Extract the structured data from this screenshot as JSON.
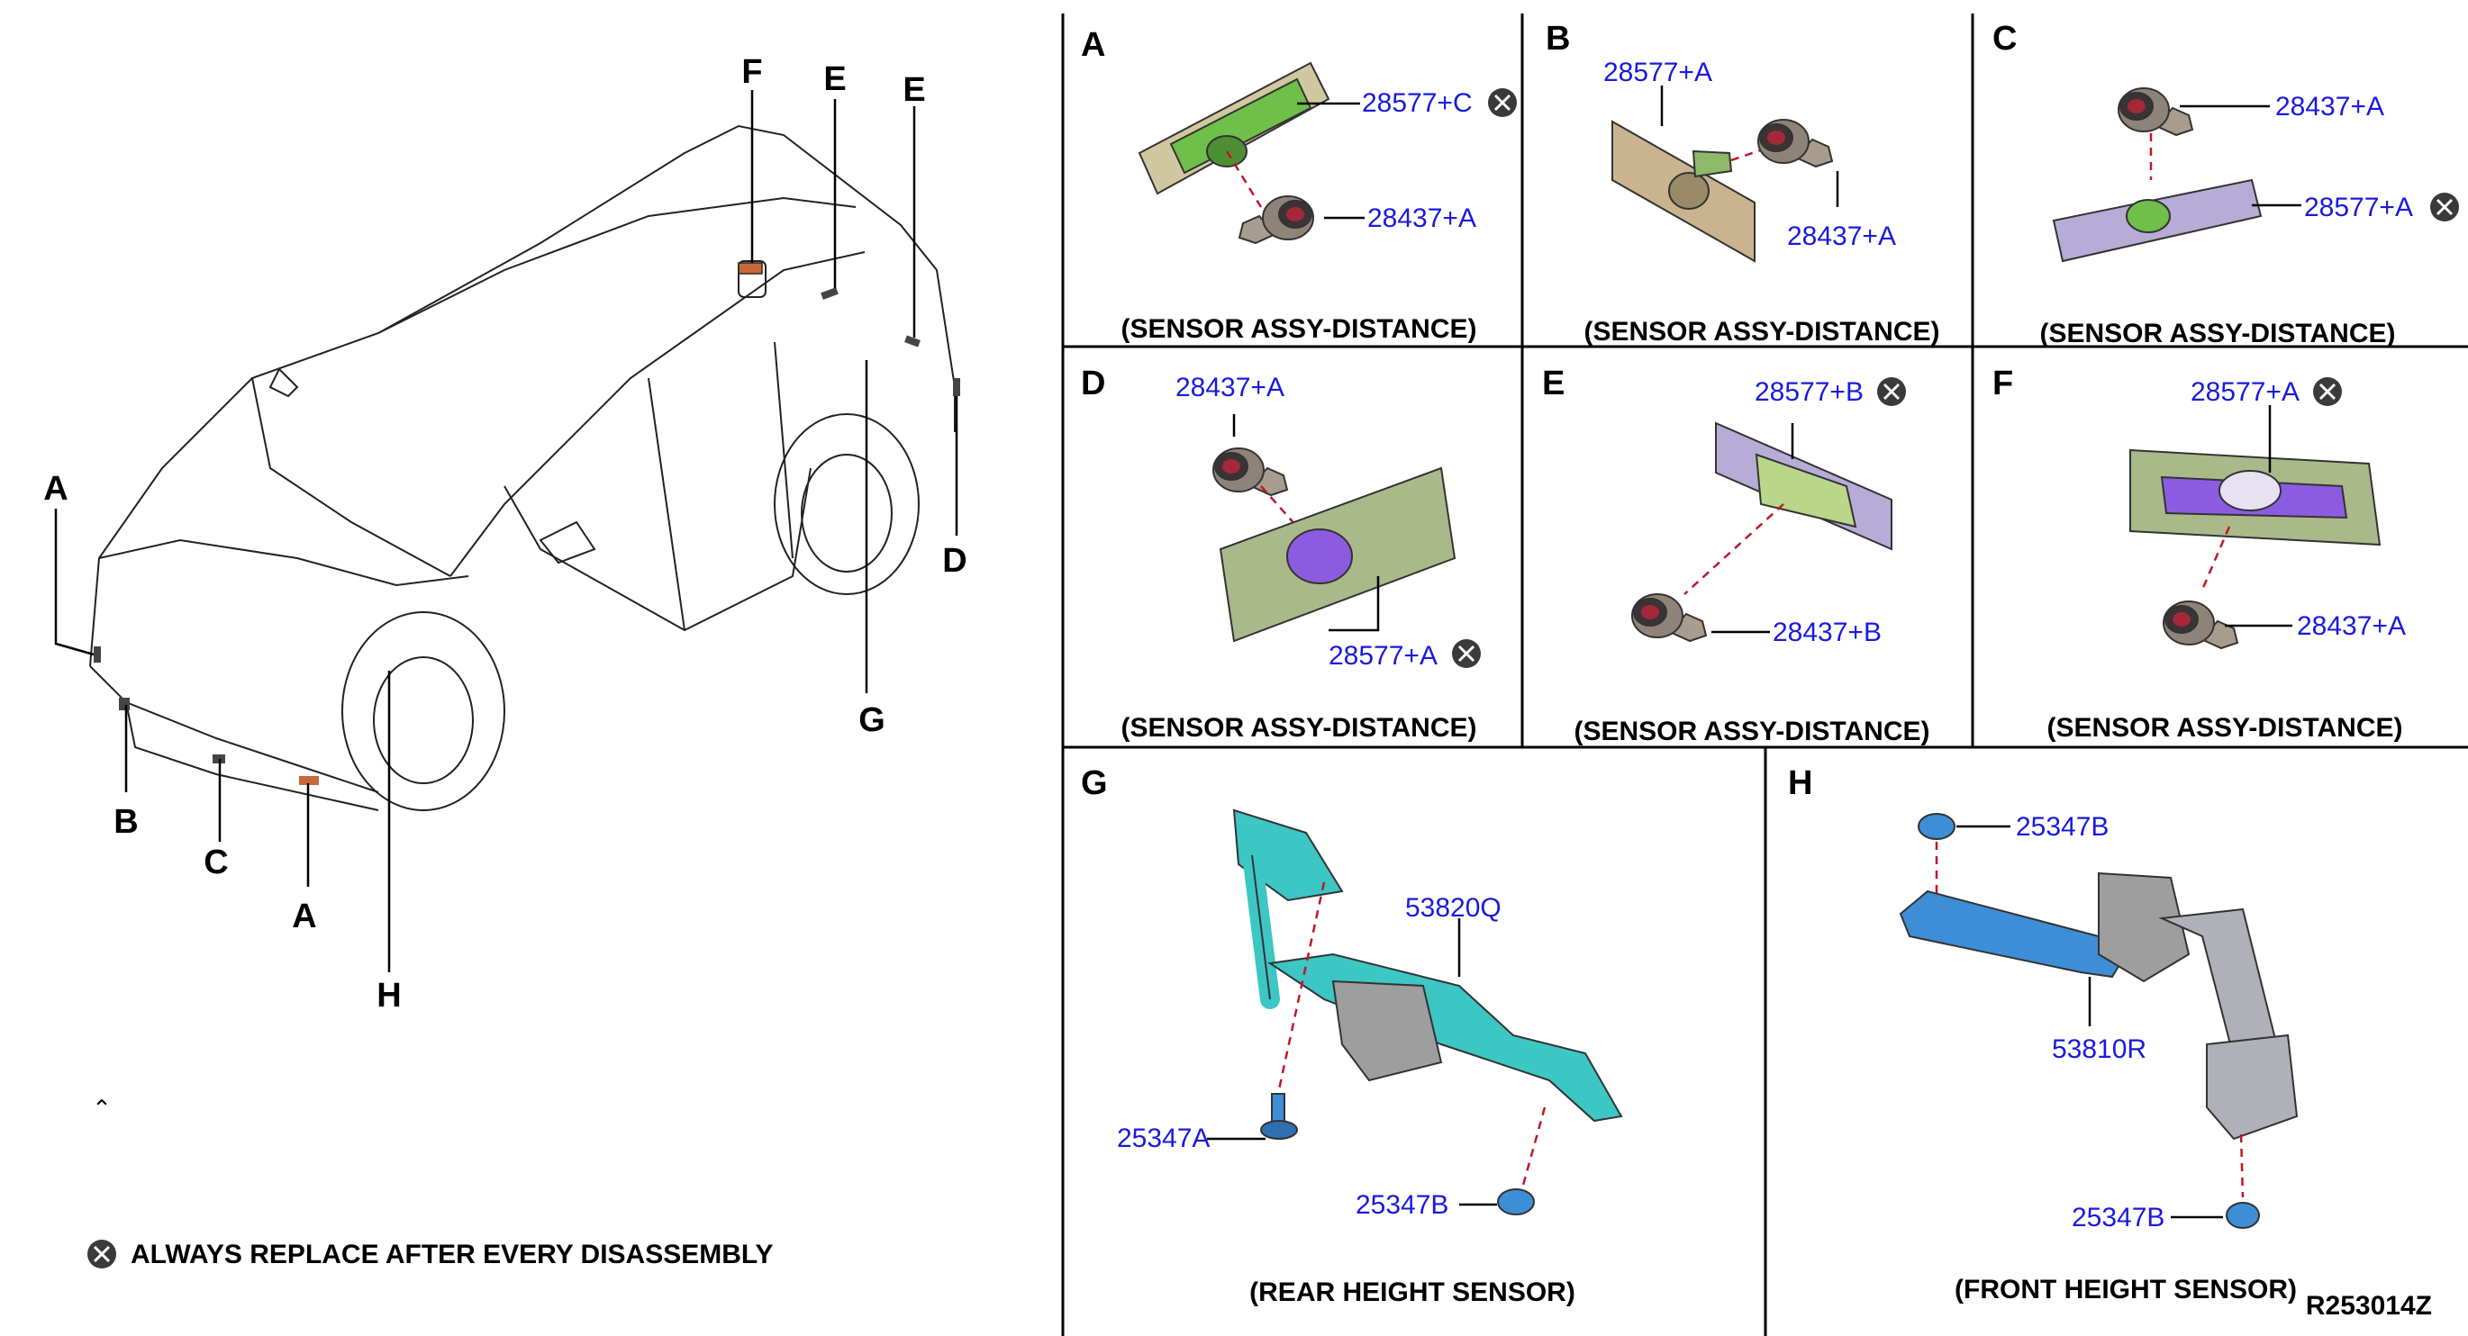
{
  "overview": {
    "callouts": {
      "front_left_a": "A",
      "front_b": "B",
      "front_c": "C",
      "front_right_a": "A",
      "roof_f": "F",
      "rear_e1": "E",
      "rear_e2": "E",
      "rear_d": "D",
      "g": "G",
      "h": "H"
    },
    "legend_text": "ALWAYS REPLACE AFTER EVERY DISASSEMBLY"
  },
  "panels": {
    "A": {
      "letter": "A",
      "bracket": "28577+C",
      "sensor": "28437+A",
      "caption": "(SENSOR ASSY-DISTANCE)"
    },
    "B": {
      "letter": "B",
      "bracket": "28577+A",
      "sensor": "28437+A",
      "caption": "(SENSOR ASSY-DISTANCE)"
    },
    "C": {
      "letter": "C",
      "sensor": "28437+A",
      "bracket": "28577+A",
      "caption": "(SENSOR ASSY-DISTANCE)"
    },
    "D": {
      "letter": "D",
      "sensor": "28437+A",
      "bracket": "28577+A",
      "caption": "(SENSOR ASSY-DISTANCE)"
    },
    "E": {
      "letter": "E",
      "bracket": "28577+B",
      "sensor": "28437+B",
      "caption": "(SENSOR ASSY-DISTANCE)"
    },
    "F": {
      "letter": "F",
      "bracket": "28577+A",
      "sensor": "28437+A",
      "caption": "(SENSOR ASSY-DISTANCE)"
    },
    "G": {
      "letter": "G",
      "part": "53820Q",
      "bolt": "25347A",
      "nut": "25347B",
      "caption": "(REAR HEIGHT SENSOR)"
    },
    "H": {
      "letter": "H",
      "nut_top": "25347B",
      "part": "53810R",
      "nut_bottom": "25347B",
      "caption": "(FRONT HEIGHT SENSOR)"
    }
  },
  "figure_id": "R253014Z",
  "colors": {
    "bracket_green": "#6fbf4a",
    "bracket_tan": "#c9b48f",
    "bracket_lavender": "#b7acd6",
    "bracket_olive": "#a9b98a",
    "clip_purple": "#8c5ce0",
    "sensor_gray": "#8e8378",
    "teal": "#3cc6c4",
    "blue_arm": "#3d8ed6",
    "leader_blue": "#1a1adc",
    "dashed_red": "#c0162a"
  }
}
